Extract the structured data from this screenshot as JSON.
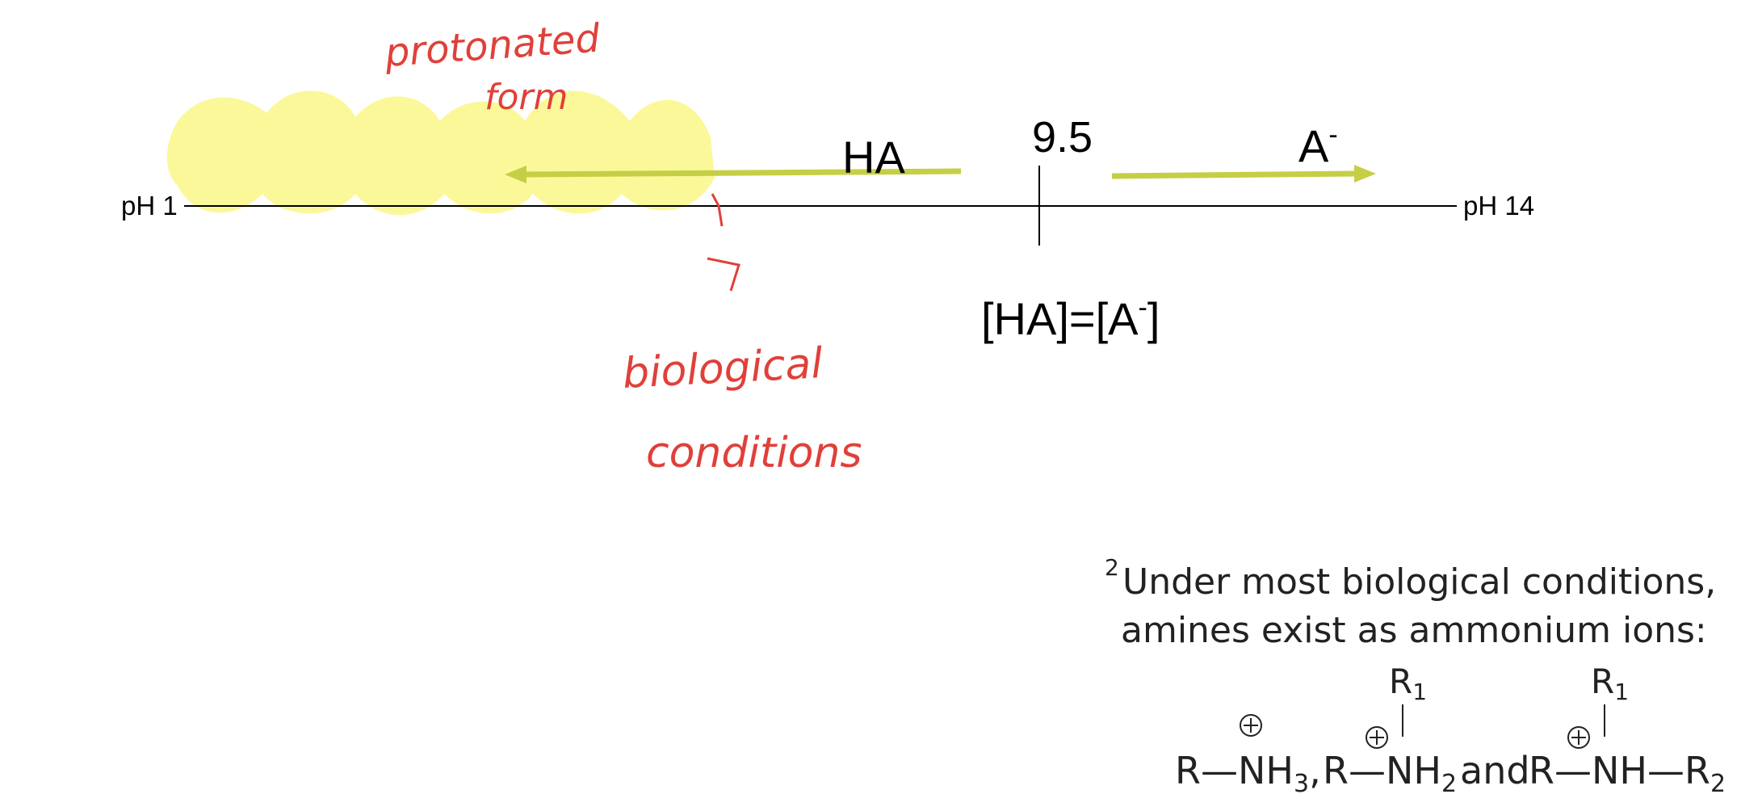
{
  "axis": {
    "left_label": "pH 1",
    "right_label": "pH 14",
    "pka_value": "9.5",
    "equilibrium_label": "[HA]=[A-]"
  },
  "species": {
    "acid": "HA",
    "base": "A-"
  },
  "annotations": {
    "protonated_line1": "protonated",
    "protonated_line2": "form",
    "biological_mark": "7",
    "biological_line1": "biological",
    "biological_line2": "conditions"
  },
  "footnote": {
    "marker": "2",
    "line1": "Under most biological conditions,",
    "line2": "amines exist as ammonium ions:",
    "structures": [
      "R—NH3+",
      "R—NH2+(R1)",
      "R—NH+(R1)—R2"
    ],
    "connector": "and"
  },
  "colors": {
    "highlight": "#fbf89a",
    "arrow": "#c5cf45",
    "ink": "#e0403a"
  }
}
